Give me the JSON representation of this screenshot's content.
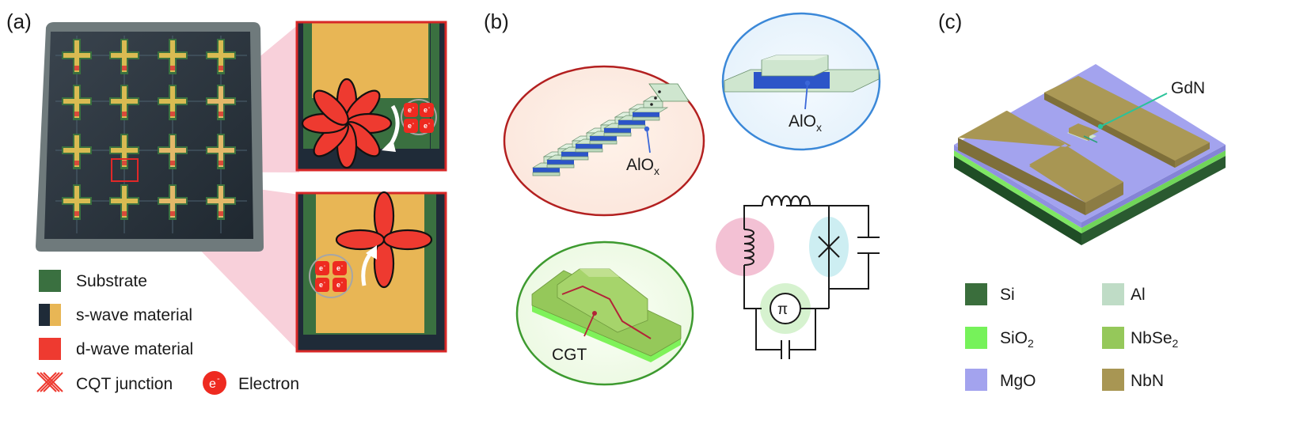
{
  "panels": {
    "a": {
      "label": "(a)",
      "legend": [
        {
          "label": "Substrate",
          "icon": "substrate-swatch",
          "color": "#3a7040"
        },
        {
          "label": "s-wave material",
          "icon": "s-wave-swatch",
          "colors": [
            "#1f2b38",
            "#e8b655"
          ]
        },
        {
          "label": "d-wave material",
          "icon": "d-wave-swatch",
          "color": "#ee3a30"
        },
        {
          "label": "CQT junction",
          "icon": "cqt-junction-icon",
          "color": "#ee3a30"
        },
        {
          "label": "Electron",
          "icon": "electron-icon",
          "color": "#ee2a20"
        }
      ],
      "electron_symbol": "e",
      "electron_sup": "-",
      "colors": {
        "chip": "#2b3540",
        "chip_bg": "#6f7a7c",
        "tan": "#e8b655",
        "green": "#3a7040",
        "red": "#ee3a30",
        "zoom": "#f7c8d4",
        "frame": "#d72828"
      }
    },
    "b": {
      "label": "(b)",
      "aiox_top": {
        "main": "AlO",
        "sub": "x"
      },
      "aiox_left": {
        "main": "AlO",
        "sub": "x"
      },
      "cgt": "CGT",
      "pi": "π",
      "colors": {
        "red_ring": "#b32020",
        "blue_ring": "#3b88d8",
        "green_ring": "#3d9a2f",
        "al": "#cfe6cf",
        "nbse2": "#95c85a",
        "pink": "#f3c1d4",
        "cyan": "#cdeef2",
        "mint": "#d6f2cf"
      }
    },
    "c": {
      "label": "(c)",
      "gdn": "GdN",
      "legend": [
        {
          "label": "Si",
          "color": "#3a6e3c"
        },
        {
          "label": "Al",
          "color": "#bfdcc6"
        },
        {
          "label": "SiO",
          "sub": "2",
          "color": "#76f25a"
        },
        {
          "label": "NbSe",
          "sub": "2",
          "color": "#95c85a"
        },
        {
          "label": "MgO",
          "color": "#a3a3ee"
        },
        {
          "label": "NbN",
          "color": "#a89653"
        }
      ]
    }
  }
}
